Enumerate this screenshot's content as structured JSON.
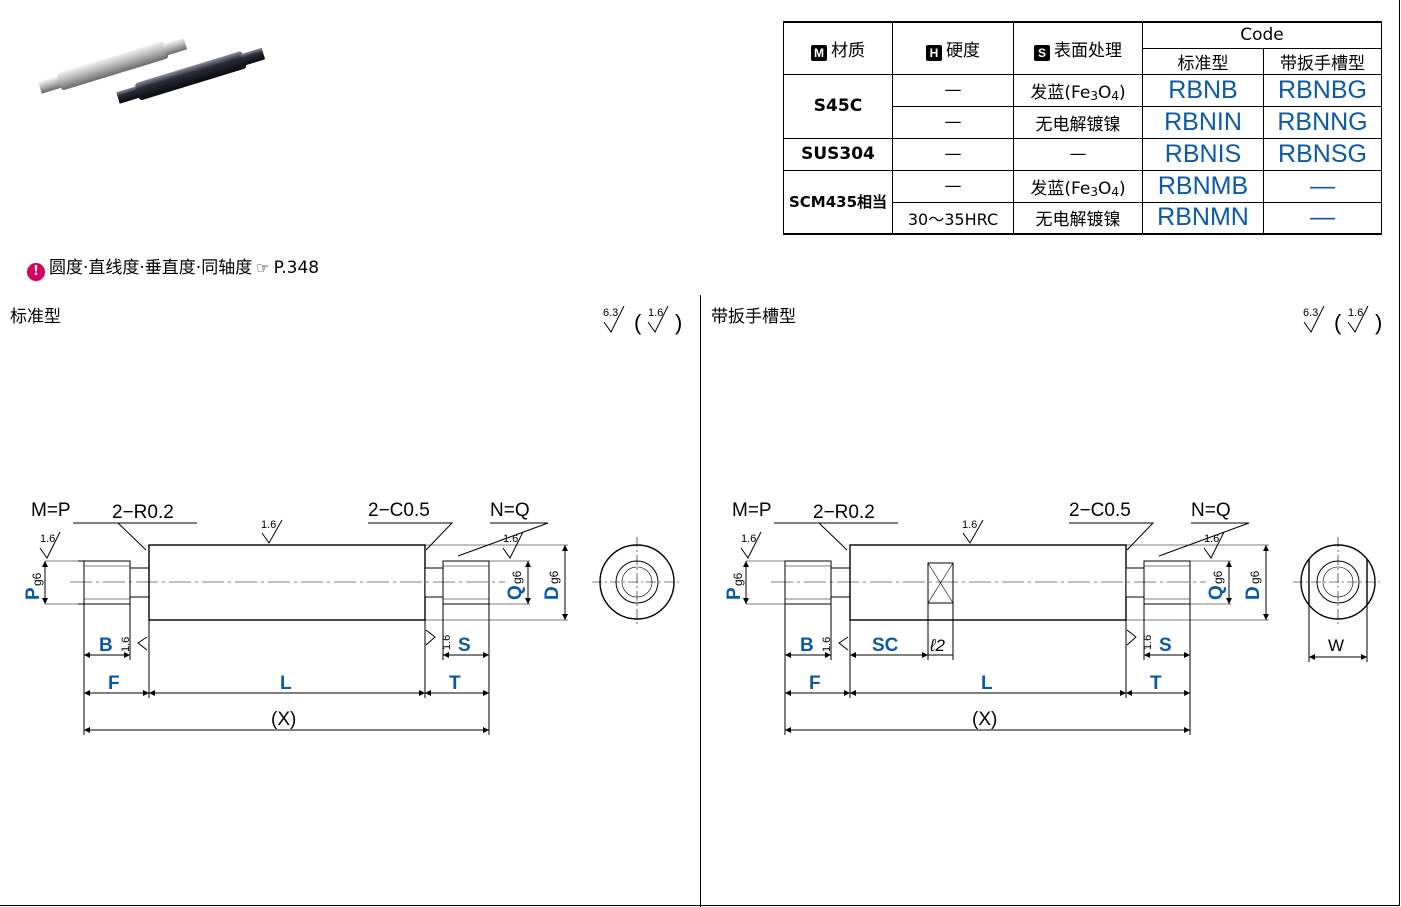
{
  "table": {
    "headers": {
      "material": "材质",
      "material_badge": "M",
      "hardness": "硬度",
      "hardness_badge": "H",
      "surface": "表面处理",
      "surface_badge": "S",
      "code": "Code",
      "standard": "标准型",
      "wrench": "带扳手槽型"
    },
    "rows": [
      {
        "material": "S45C",
        "hardness": "—",
        "surface_main": "发蓝(Fe",
        "surface_sub1": "3",
        "surface_mid": "O",
        "surface_sub2": "4",
        "surface_end": ")",
        "code_std": "RBNB",
        "code_wr": "RBNBG"
      },
      {
        "hardness": "—",
        "surface": "无电解镀镍",
        "code_std": "RBNIN",
        "code_wr": "RBNNG"
      },
      {
        "material": "SUS304",
        "hardness": "—",
        "surface": "—",
        "code_std": "RBNIS",
        "code_wr": "RBNSG"
      },
      {
        "material": "SCM435相当",
        "hardness": "—",
        "surface_main": "发蓝(Fe",
        "surface_sub1": "3",
        "surface_mid": "O",
        "surface_sub2": "4",
        "surface_end": ")",
        "code_std": "RBNMB",
        "code_wr": "—"
      },
      {
        "hardness": "30～35HRC",
        "surface": "无电解镀镍",
        "code_std": "RBNMN",
        "code_wr": "—"
      }
    ]
  },
  "note": {
    "text": "圆度·直线度·垂直度·同轴度",
    "ref": "P.348"
  },
  "left": {
    "title": "标准型",
    "rough_main": "6.3",
    "rough_paren": "1.6"
  },
  "right": {
    "title": "带扳手槽型",
    "rough_main": "6.3",
    "rough_paren": "1.6"
  },
  "dims": {
    "mp": "M=P",
    "r": "2−R0.2",
    "c": "2−C0.5",
    "nq": "N=Q",
    "r16": "1.6",
    "p": "P",
    "g6": "g6",
    "q": "Q",
    "d": "D",
    "b": "B",
    "s": "S",
    "f": "F",
    "l": "L",
    "t": "T",
    "x": "(X)",
    "sc": "SC",
    "l2": "ℓ2",
    "w": "W"
  }
}
